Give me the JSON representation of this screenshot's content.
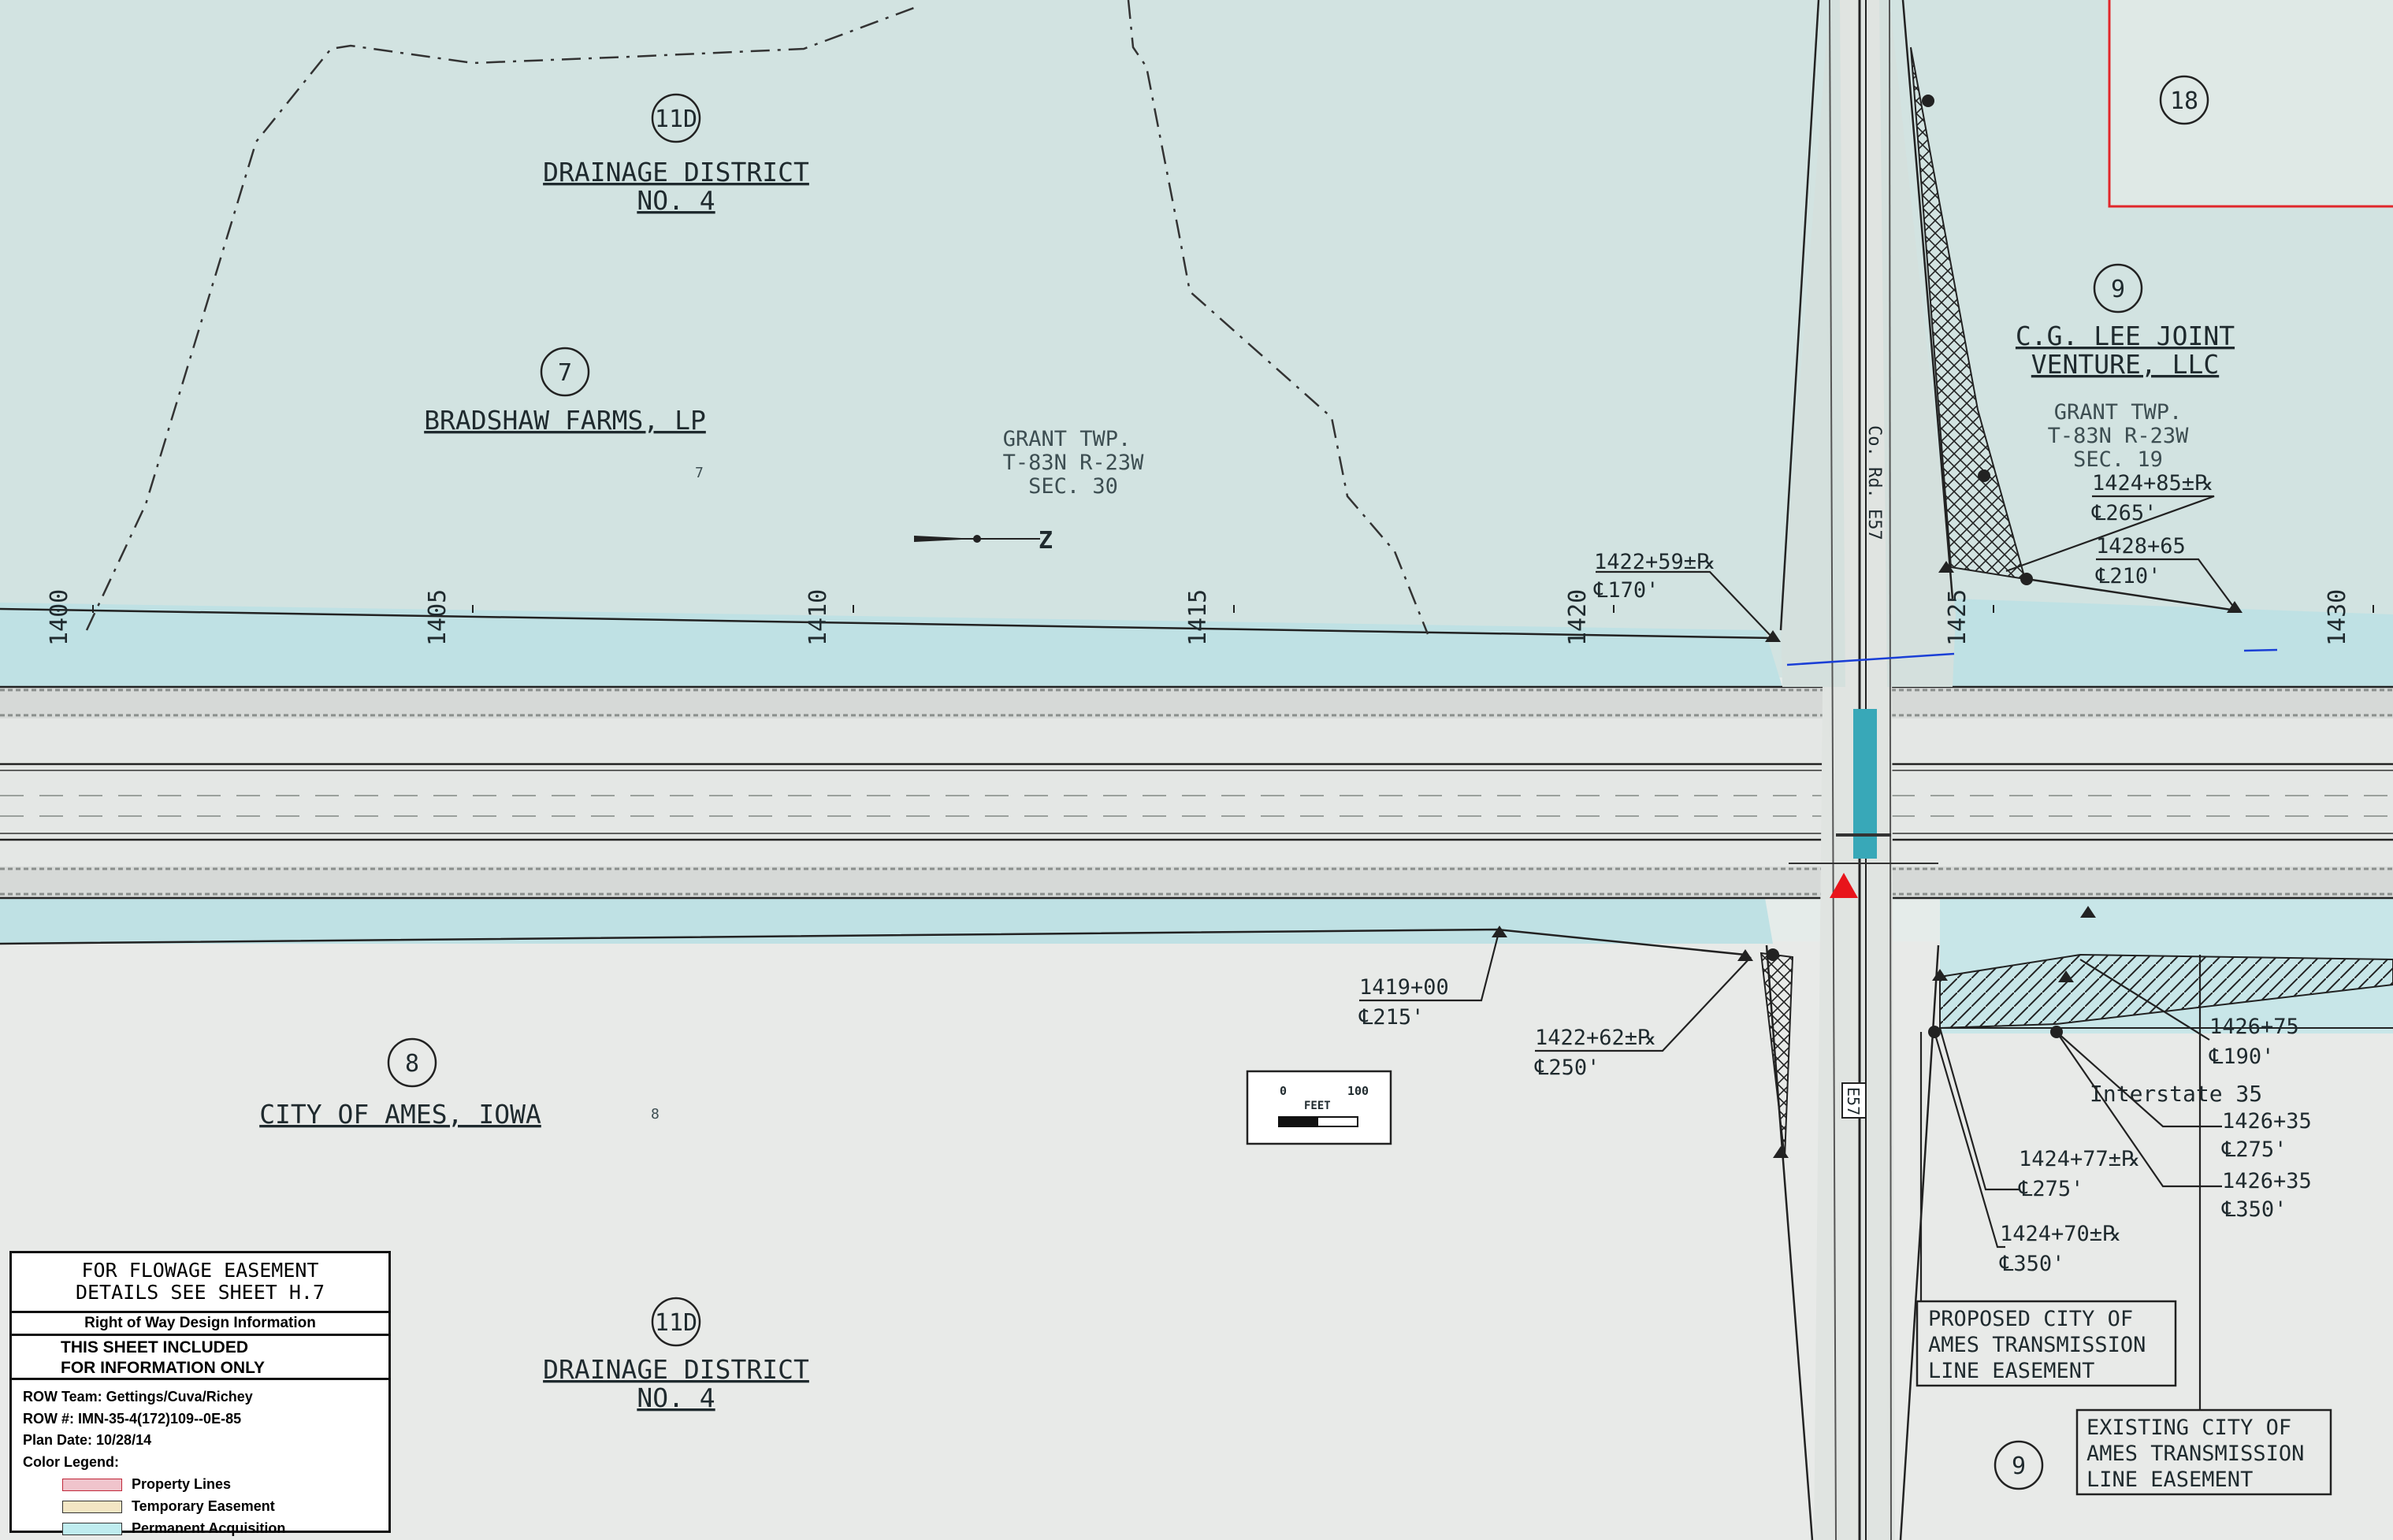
{
  "parcels": {
    "p11d_north": {
      "num": "11D",
      "line1": "DRAINAGE DISTRICT",
      "line2": "NO. 4"
    },
    "p7": {
      "num": "7",
      "owner": "BRADSHAW FARMS, LP",
      "small": "7"
    },
    "p9_north": {
      "num": "9",
      "line1": "C.G. LEE JOINT",
      "line2": "VENTURE, LLC"
    },
    "p18": {
      "num": "18"
    },
    "p8": {
      "num": "8",
      "owner": "CITY OF AMES, IOWA",
      "small": "8"
    },
    "p11d_south": {
      "num": "11D",
      "line1": "DRAINAGE DISTRICT",
      "line2": "NO. 4"
    },
    "p9_south": {
      "num": "9"
    }
  },
  "township_west": {
    "l1": "GRANT TWP.",
    "l2": "T-83N   R-23W",
    "l3": "SEC. 30"
  },
  "township_east": {
    "l1": "GRANT TWP.",
    "l2": "T-83N   R-23W",
    "l3": "SEC. 19"
  },
  "stations": [
    "1400",
    "1405",
    "1410",
    "1415",
    "1420",
    "1425",
    "1430"
  ],
  "road_labels": {
    "county_road": "Co. Rd. E57",
    "e57": "E57",
    "interstate": "Interstate 35"
  },
  "callouts": {
    "c1422_59": {
      "sta": "1422+59±℞",
      "off": "℄170'"
    },
    "c1424_85": {
      "sta": "1424+85±℞",
      "off": "℄265'"
    },
    "c1428_65": {
      "sta": "1428+65",
      "off": "℄210'"
    },
    "c1419": {
      "sta": "1419+00",
      "off": "℄215'"
    },
    "c1422_62": {
      "sta": "1422+62±℞",
      "off": "℄250'"
    },
    "c1426_75": {
      "sta": "1426+75",
      "off": "℄190'"
    },
    "c1426_35a": {
      "sta": "1426+35",
      "off": "℄275'"
    },
    "c1426_35b": {
      "sta": "1426+35",
      "off": "℄350'"
    },
    "c1424_77": {
      "sta": "1424+77±℞",
      "off": "℄275'"
    },
    "c1424_70": {
      "sta": "1424+70±℞",
      "off": "℄350'"
    }
  },
  "easements": {
    "proposed": {
      "l1": "PROPOSED CITY OF",
      "l2": "AMES TRANSMISSION",
      "l3": "LINE EASEMENT"
    },
    "existing": {
      "l1": "EXISTING CITY OF",
      "l2": "AMES TRANSMISSION",
      "l3": "LINE EASEMENT"
    }
  },
  "scale_bar": {
    "zero": "0",
    "max": "100",
    "unit": "FEET"
  },
  "legend": {
    "header1": "FOR FLOWAGE EASEMENT",
    "header2": "DETAILS SEE SHEET H.7",
    "row_title": "Right of Way Design Information",
    "notice1": "THIS SHEET INCLUDED",
    "notice2": "FOR INFORMATION ONLY",
    "team": "ROW Team: Gettings/Cuva/Richey",
    "row_no": "ROW #:  IMN-35-4(172)109--0E-85",
    "plan_date": "Plan Date:  10/28/14",
    "color_legend": "Color Legend:",
    "keys": [
      {
        "label": "Property Lines",
        "color": "#f0c4cc"
      },
      {
        "label": "Temporary Easement",
        "color": "#f3e6c4"
      },
      {
        "label": "Permanent Acquisition",
        "color": "#bfecef"
      }
    ]
  },
  "colors": {
    "background": "#e5ecea",
    "north_field": "#cfe2e0",
    "acquisition": "#bfe3e6",
    "roadway": "#e6e8e6",
    "property_line_red": "#e0262b",
    "marker_red": "#e8141b"
  }
}
